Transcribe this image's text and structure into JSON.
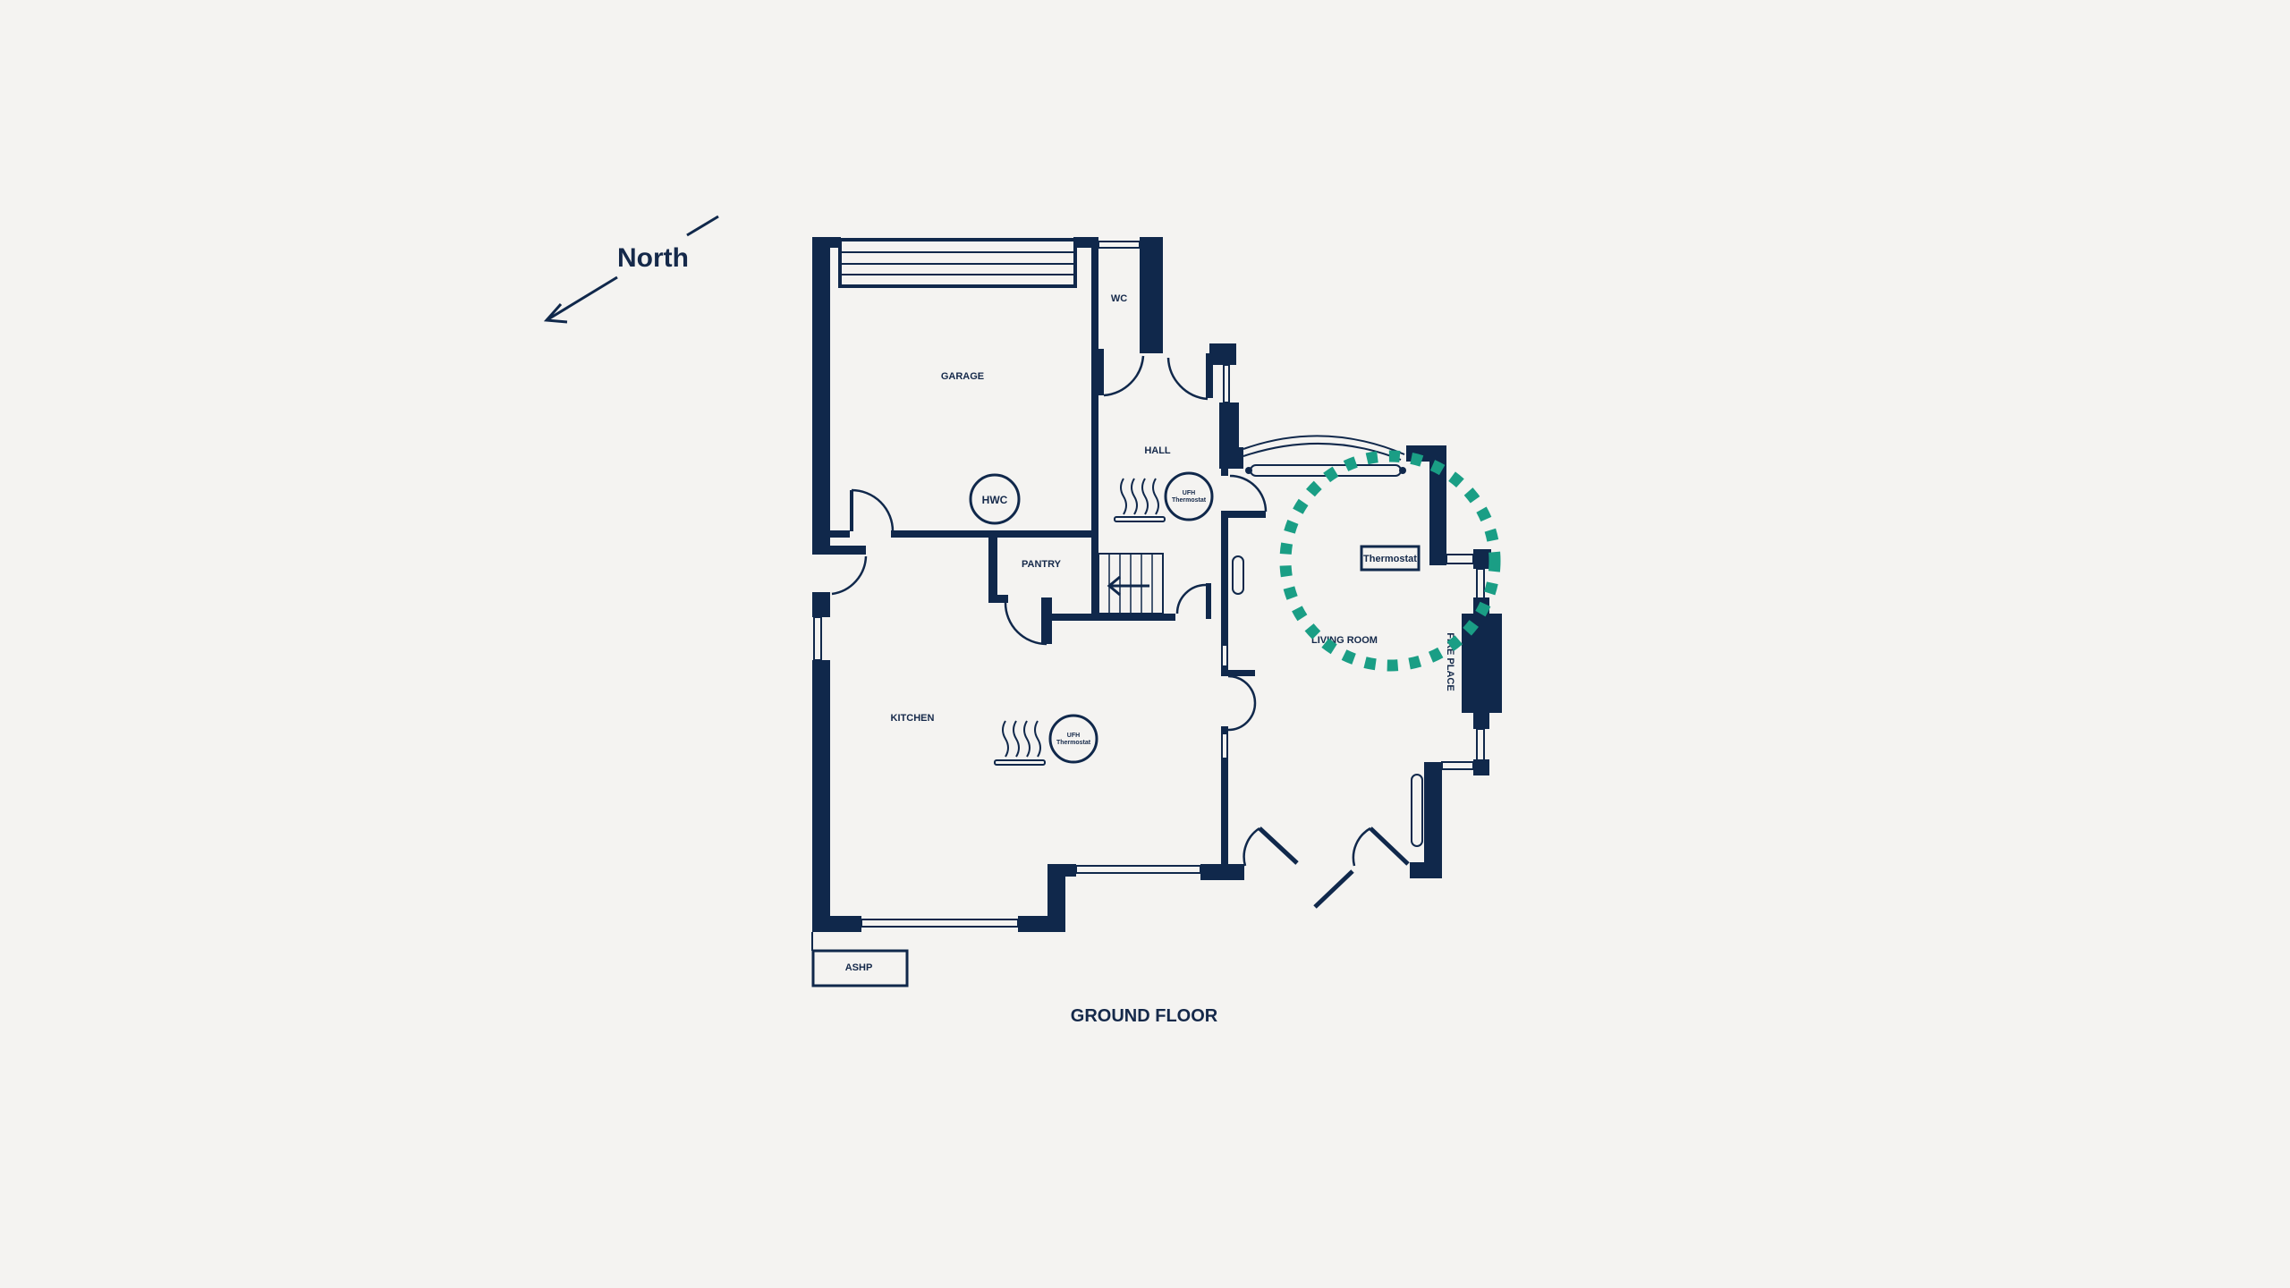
{
  "compass": {
    "label": "North"
  },
  "title": "GROUND FLOOR",
  "rooms": {
    "garage": "GARAGE",
    "wc": "WC",
    "hall": "HALL",
    "pantry": "PANTRY",
    "kitchen": "KITCHEN",
    "living_room": "LIVING ROOM",
    "fire_place": "FIRE PLACE"
  },
  "fixtures": {
    "hwc": "HWC",
    "ufh_line1": "UFH",
    "ufh_line2": "Thermostat",
    "thermostat": "Thermostat",
    "ashp": "ASHP"
  },
  "colors": {
    "wall": "#10284b",
    "highlight": "#1a9e85",
    "background": "#f4f3f1"
  }
}
